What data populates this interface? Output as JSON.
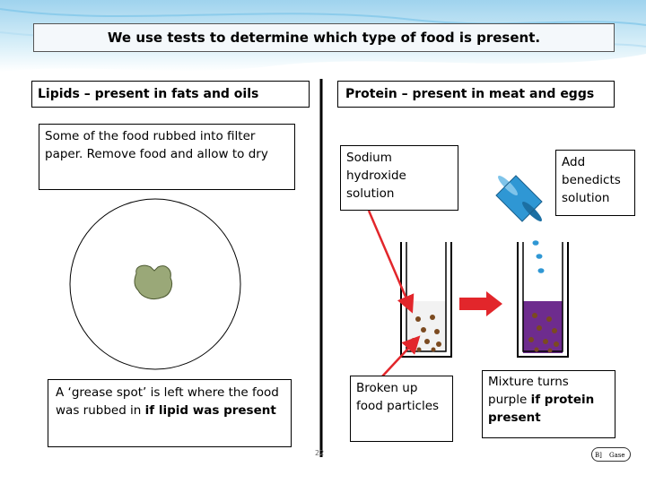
{
  "slide": {
    "title": "We use tests to determine which type of food is present.",
    "lipids": {
      "heading": "Lipids – present in fats and oils",
      "instruction": "Some of the food rubbed into filter paper. Remove food and allow to dry",
      "result_plain": "A ‘grease spot’ is left where the food was rubbed in ",
      "result_bold": "if lipid was present"
    },
    "protein": {
      "heading": "Protein – present in meat and eggs",
      "naoh_label": "Sodium hydroxide solution",
      "benedicts_label": "Add benedicts solution",
      "particles_label": "Broken up food particles",
      "result_plain": "Mixture turns purple ",
      "result_bold": "if protein present"
    },
    "page_number": "22",
    "logo_left": "B]",
    "logo_right": "Gase"
  },
  "colors": {
    "header_band": "#3aa6dc",
    "beaker_liquid_left": "#f2f2f2",
    "beaker_liquid_right": "#6e2c8e",
    "food_particles": "#7b4a20",
    "arrow": "#e2262b",
    "bottle": "#2f97d4",
    "grease_spot": "#9aa878"
  }
}
